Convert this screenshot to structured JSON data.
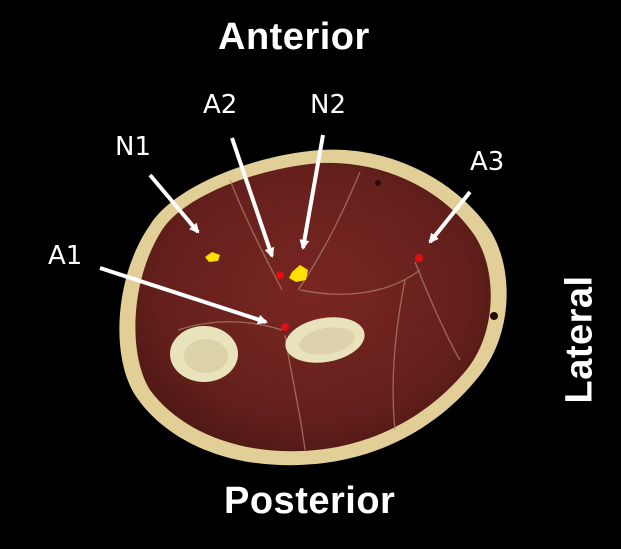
{
  "orientation": {
    "anterior": "Anterior",
    "posterior": "Posterior",
    "lateral": "Lateral"
  },
  "markers": {
    "a1": "A1",
    "a2": "A2",
    "a3": "A3",
    "n1": "N1",
    "n2": "N2"
  },
  "colors": {
    "artery": "#e01010",
    "nerve": "#ffe000",
    "muscle": "#6b1f1c",
    "skin": "#e6d5a0",
    "bone": "#e8e3b8",
    "background": "#000000"
  }
}
